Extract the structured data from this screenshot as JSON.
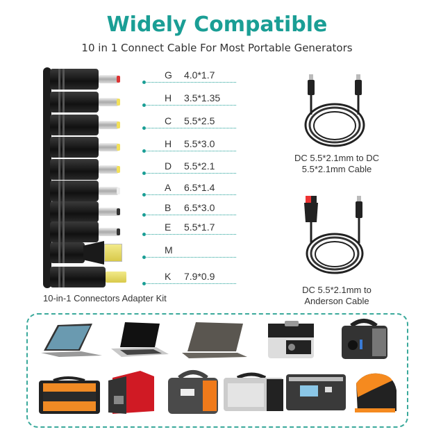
{
  "header": {
    "title": "Widely Compatible",
    "subtitle": "10 in 1 Connect Cable For Most Portable Generators"
  },
  "colors": {
    "accent": "#1a9e95",
    "dashed_border": "#3aa99b",
    "text": "#333333"
  },
  "connectors": [
    {
      "letter": "G",
      "size": "4.0*1.7",
      "tip_color": "#d33"
    },
    {
      "letter": "H",
      "size": "3.5*1.35",
      "tip_color": "#f2e05a"
    },
    {
      "letter": "C",
      "size": "5.5*2.5",
      "tip_color": "#f2e05a"
    },
    {
      "letter": "H",
      "size": "5.5*3.0",
      "tip_color": "#f2e05a"
    },
    {
      "letter": "D",
      "size": "5.5*2.1",
      "tip_color": "#f2e05a"
    },
    {
      "letter": "A",
      "size": "6.5*1.4",
      "tip_color": "#eeeeee"
    },
    {
      "letter": "B",
      "size": "6.5*3.0",
      "tip_color": "#333333"
    },
    {
      "letter": "E",
      "size": "5.5*1.7",
      "tip_color": "#333333"
    },
    {
      "letter": "M",
      "size": "",
      "tip_color": "#e8d86a"
    },
    {
      "letter": "K",
      "size": "7.9*0.9",
      "tip_color": "#e8d86a"
    }
  ],
  "kit_caption": "10-in-1 Connectors Adapter Kit",
  "cables": [
    {
      "caption_line1": "DC 5.5*2.1mm to DC",
      "caption_line2": "5.5*2.1mm Cable"
    },
    {
      "caption_line1": "DC 5.5*2.1mm to",
      "caption_line2": "Anderson Cable"
    }
  ],
  "devices": [
    {
      "name": "convertible-laptop"
    },
    {
      "name": "laptop"
    },
    {
      "name": "slim-laptop"
    },
    {
      "name": "portable-power-station-silver"
    },
    {
      "name": "portable-power-station-dark"
    },
    {
      "name": "power-station-orange"
    },
    {
      "name": "red-inverter-generator"
    },
    {
      "name": "power-station-grey-orange"
    },
    {
      "name": "power-station-aluminum"
    },
    {
      "name": "power-station-lcd"
    },
    {
      "name": "orange-inverter-generator"
    }
  ]
}
